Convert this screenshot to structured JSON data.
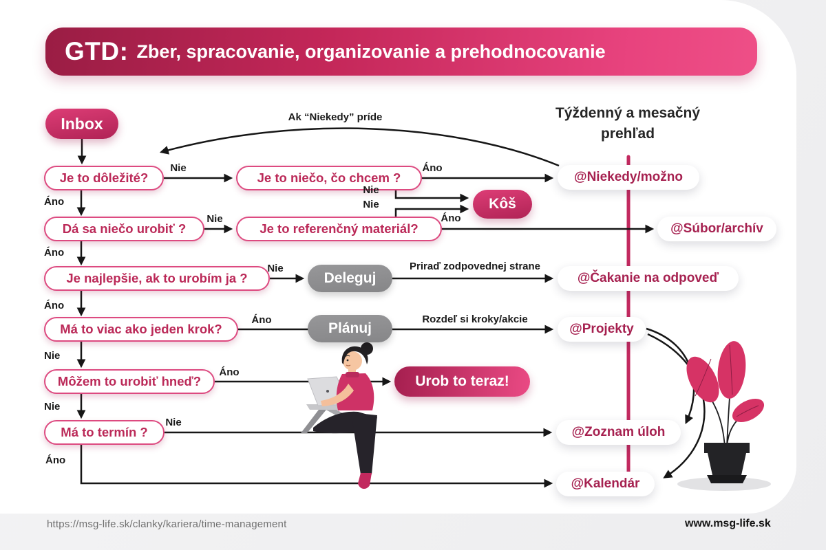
{
  "title": {
    "prefix": "GTD:",
    "text": "Zber, spracovanie, organizovanie a prehodnocovanie"
  },
  "review": {
    "line1": "Týždenný a mesačný",
    "line2": "prehľad"
  },
  "labels": {
    "ano": "Áno",
    "nie": "Nie"
  },
  "edge_labels": {
    "ak_niekedy": "Ak “Niekedy” príde",
    "prirad": "Priraď zodpovednej strane",
    "rozdel": "Rozdeľ si kroky/akcie"
  },
  "nodes": {
    "inbox": "Inbox",
    "q_dolezite": "Je to dôležité?",
    "q_chcem": "Je to niečo, čo chcem ?",
    "q_urobit": "Dá sa niečo urobiť ?",
    "q_referencny": "Je to referenčný materiál?",
    "q_najlepsie": "Je najlepšie, ak to urobím ja ?",
    "q_krok": "Má to viac ako jeden krok?",
    "q_hned": "Môžem to urobiť hneď?",
    "q_termin": "Má to termín ?",
    "kos": "Kôš",
    "deleguj": "Deleguj",
    "planuj": "Plánuj",
    "urob_teraz": "Urob to teraz!",
    "at_niekedy": "@Niekedy/možno",
    "at_subor": "@Súbor/archív",
    "at_cakanie": "@Čakanie na odpoveď",
    "at_projekty": "@Projekty",
    "at_zoznam": "@Zoznam úloh",
    "at_kalendar": "@Kalendár"
  },
  "footer": {
    "url": "https://msg-life.sk/clanky/kariera/time-management",
    "site": "www.msg-life.sk"
  },
  "colors": {
    "accent_pink": "#e8437e",
    "dark_raspberry": "#9a1d44",
    "question_text_pink": "#bb2958",
    "context_text_pink": "#a62150",
    "gray_pill": "#8d8d8d",
    "review_line_pink": "#c2295f",
    "arrow_black": "#161616"
  }
}
